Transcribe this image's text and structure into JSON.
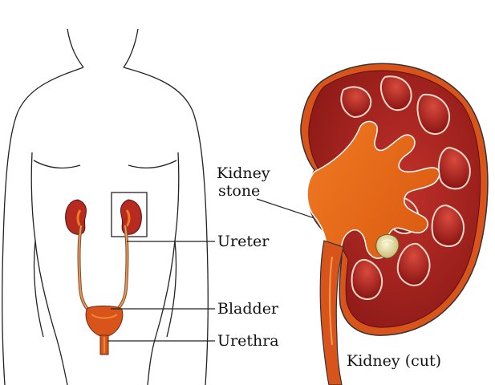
{
  "labels": {
    "kidney_stone_line1": "Kidney",
    "kidney_stone_line2": "stone",
    "ureter": "Ureter",
    "bladder": "Bladder",
    "urethra": "Urethra",
    "kidney_cut": "Kidney (cut)"
  },
  "colors": {
    "kidney_red": "#a8201f",
    "kidney_dark": "#7a1515",
    "renal_orange": "#e8620f",
    "capsule_orange": "#d9541a",
    "stone": "#efe6b0",
    "outline": "#222222"
  }
}
